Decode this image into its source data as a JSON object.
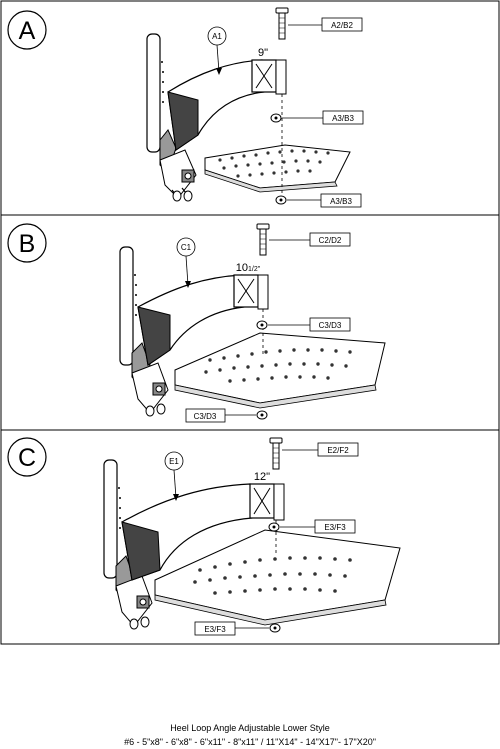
{
  "panels": [
    {
      "letter": "A",
      "bubble": "A1",
      "size": "9\"",
      "size_frac": "",
      "bolt": "A2/B2",
      "upper_nut": "A3/B3",
      "lower_nut": "A3/B3"
    },
    {
      "letter": "B",
      "bubble": "C1",
      "size": "10",
      "size_frac": "1/2\"",
      "bolt": "C2/D2",
      "upper_nut": "C3/D3",
      "lower_nut": "C3/D3"
    },
    {
      "letter": "C",
      "bubble": "E1",
      "size": "12\"",
      "size_frac": "",
      "bolt": "E2/F2",
      "upper_nut": "E3/F3",
      "lower_nut": "E3/F3"
    }
  ],
  "caption": {
    "line1": "Heel Loop Angle Adjustable Lower Style",
    "line2": "#6 - 5\"x8\" - 6\"x8\" - 6\"x11\" - 8\"x11\" / 11\"X14\" - 14\"X17\"- 17\"X20\""
  }
}
